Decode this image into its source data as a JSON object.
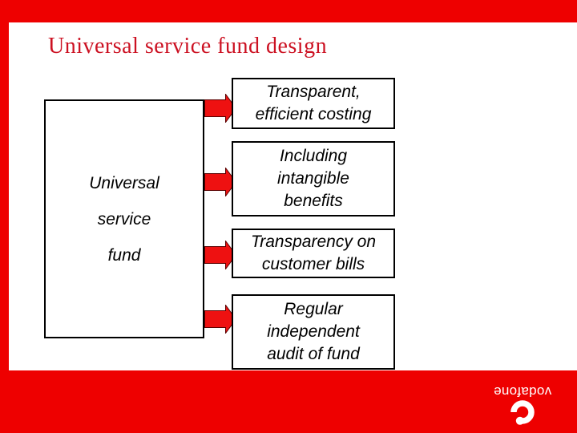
{
  "slide": {
    "title": "Universal service fund design",
    "source_box": {
      "lines": [
        "Universal",
        "service",
        "fund"
      ]
    },
    "flow_boxes": [
      {
        "label": "Transparent,\nefficient costing"
      },
      {
        "label": "Including\nintangible\nbenefits"
      },
      {
        "label": "Transparency on\ncustomer bills"
      },
      {
        "label": "Regular\nindependent\naudit of fund"
      }
    ],
    "logo": {
      "text": "vodafone",
      "mark": "vodafone-speechmark"
    },
    "colors": {
      "frame_red": "#ee0000",
      "title_red": "#cc1122",
      "arrow_fill": "#ee1111",
      "arrow_outline": "#5a0000",
      "box_border": "#000000",
      "logo_white": "#ffffff"
    }
  }
}
